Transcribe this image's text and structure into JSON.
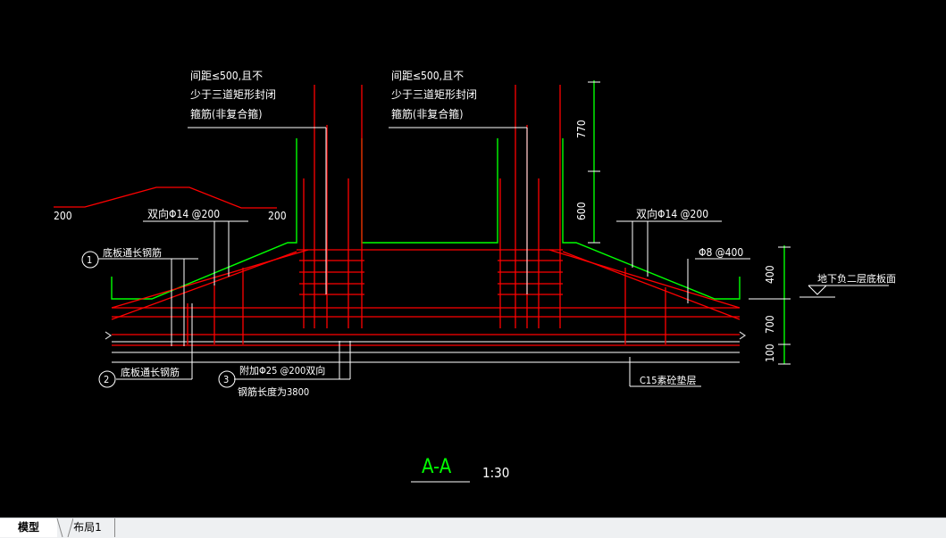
{
  "drawing": {
    "notes": {
      "stirrup_left": [
        "间距≤500,且不",
        "少于三道矩形封闭",
        "箍筋(非复合箍)"
      ],
      "stirrup_right": [
        "间距≤500,且不",
        "少于三道矩形封闭",
        "箍筋(非复合箍)"
      ],
      "slope_rebar_left": "双向Φ14 @200",
      "slope_rebar_right": "双向Φ14 @200",
      "top_rebar": "Φ8 @400",
      "label_1": "底板通长钢筋",
      "label_2": "底板通长钢筋",
      "label_3_line1": "附加Φ25 @200双向",
      "label_3_line2": "钢筋长度为3800",
      "cushion": "C15素砼垫层",
      "floor_ref": "地下负二层底板面"
    },
    "markers": [
      "1",
      "2",
      "3"
    ],
    "dims": {
      "left_200a": "200",
      "left_200b": "200",
      "v_770": "770",
      "v_600": "600",
      "v_400": "400",
      "v_700": "700",
      "v_100": "100"
    },
    "title": {
      "section": "A-A",
      "scale": "1:30"
    }
  },
  "tabs": [
    "模型",
    "布局1"
  ],
  "colors": {
    "background": "#000000",
    "rebar": "#ff0000",
    "outline": "#00ff00",
    "text": "#ffffff"
  }
}
